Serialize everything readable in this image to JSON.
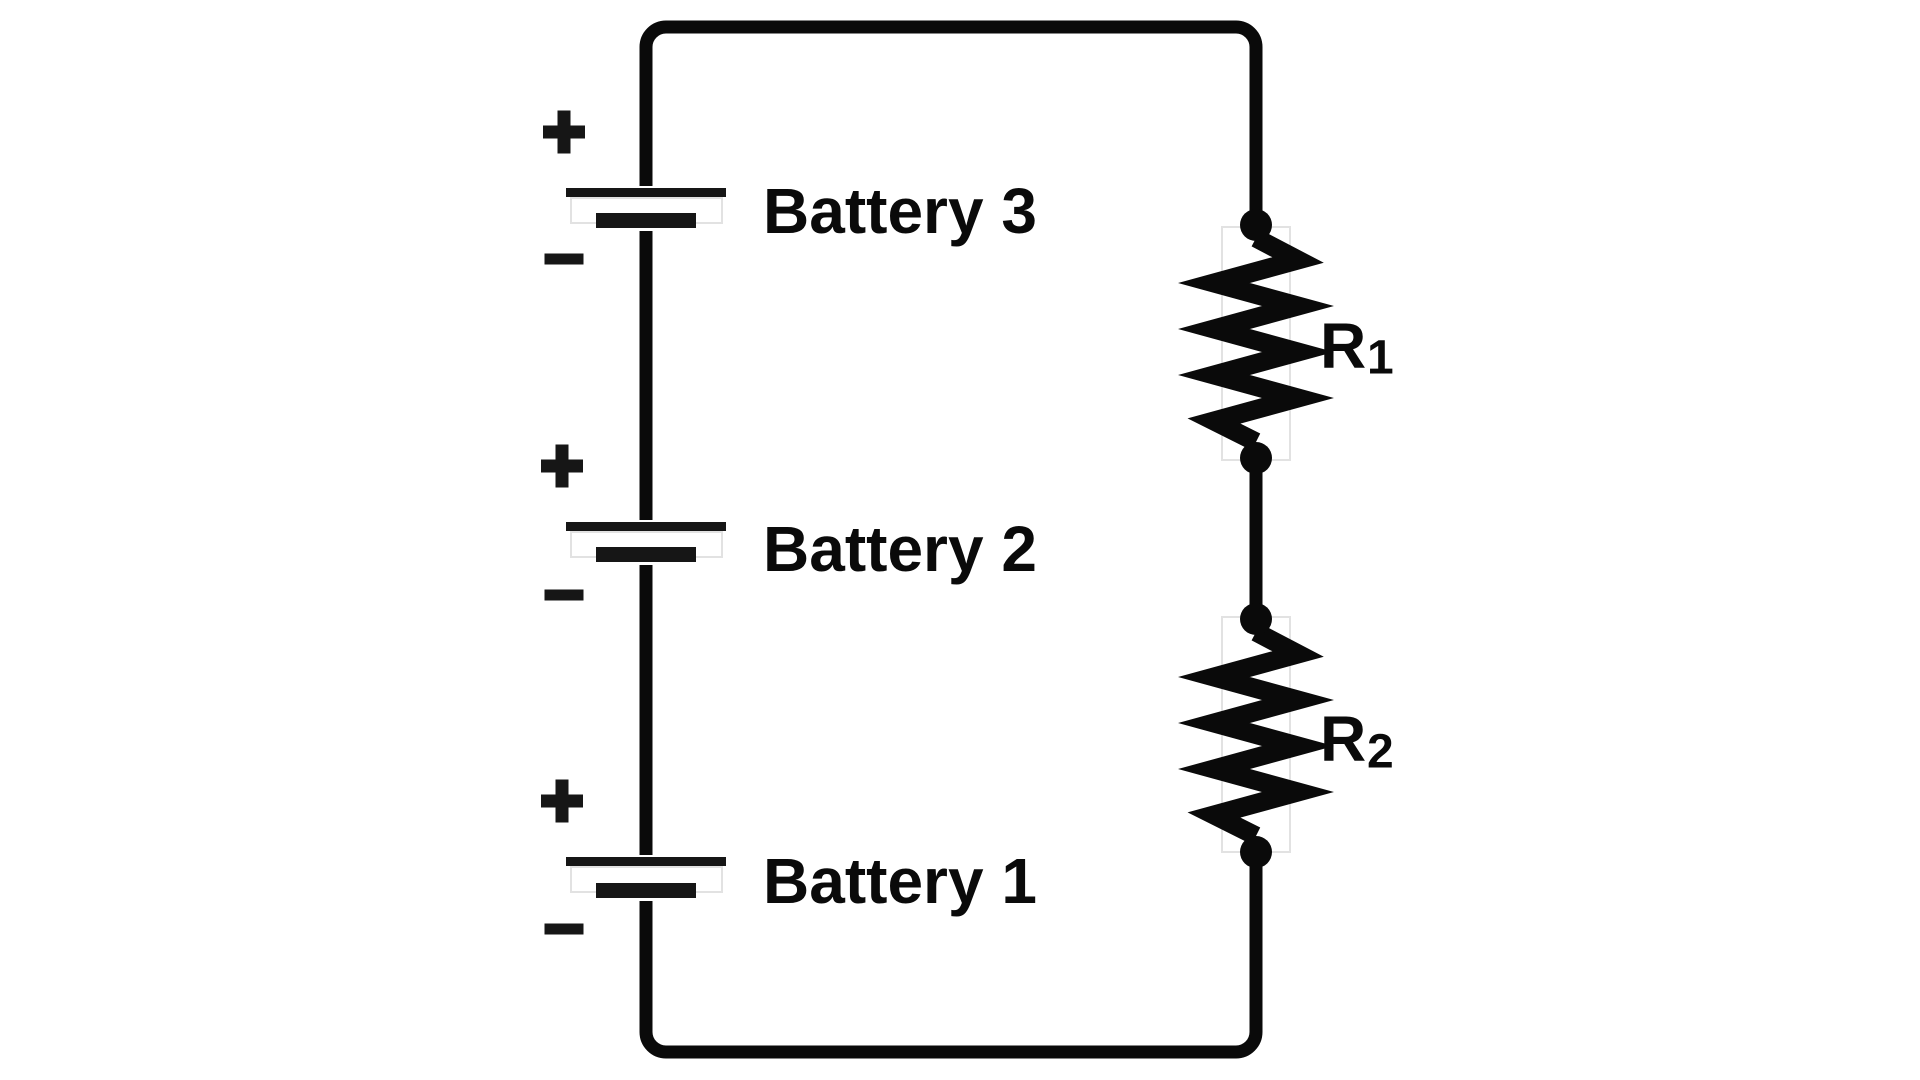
{
  "diagram": {
    "kind": "circuit-diagram",
    "background_color": "#ffffff",
    "line_color": "#0a0a0a",
    "batteries": [
      {
        "label": "Battery 3",
        "positive_terminal": "+",
        "negative_terminal": "−"
      },
      {
        "label": "Battery 2",
        "positive_terminal": "+",
        "negative_terminal": "−"
      },
      {
        "label": "Battery 1",
        "positive_terminal": "+",
        "negative_terminal": "−"
      }
    ],
    "resistors": [
      {
        "label": "R",
        "subscript": "1"
      },
      {
        "label": "R",
        "subscript": "2"
      }
    ]
  }
}
